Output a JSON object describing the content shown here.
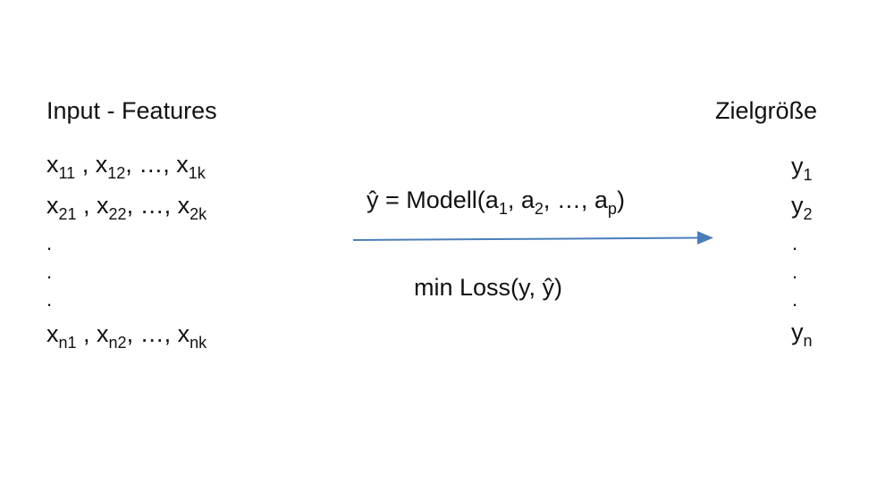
{
  "left": {
    "heading": "Input - Features",
    "rows": [
      {
        "p1": "x",
        "s1": "11",
        "p2": " , x",
        "s2": "12",
        "p3": ", …, x",
        "s3": "1k"
      },
      {
        "p1": "x",
        "s1": "21",
        "p2": " , x",
        "s2": "22",
        "p3": ", …, x",
        "s3": "2k"
      },
      {
        "p1": "x",
        "s1": "n1",
        "p2": " , x",
        "s2": "n2",
        "p3": ", …, x",
        "s3": "nk"
      }
    ],
    "ellipsis_dot": "."
  },
  "middle": {
    "model": {
      "p0": "ŷ = Modell(a",
      "s1": "1",
      "p1": ", a",
      "s2": "2",
      "p2": ", …, a",
      "s3": "p",
      "p3": ")"
    },
    "loss": "min Loss(y, ŷ)",
    "arrow_color": "#4a7ebb"
  },
  "right": {
    "heading": "Zielgröße",
    "rows": [
      {
        "base": "y",
        "sub": "1"
      },
      {
        "base": "y",
        "sub": "2"
      },
      {
        "base": "y",
        "sub": "n"
      }
    ],
    "ellipsis_dot": "."
  }
}
